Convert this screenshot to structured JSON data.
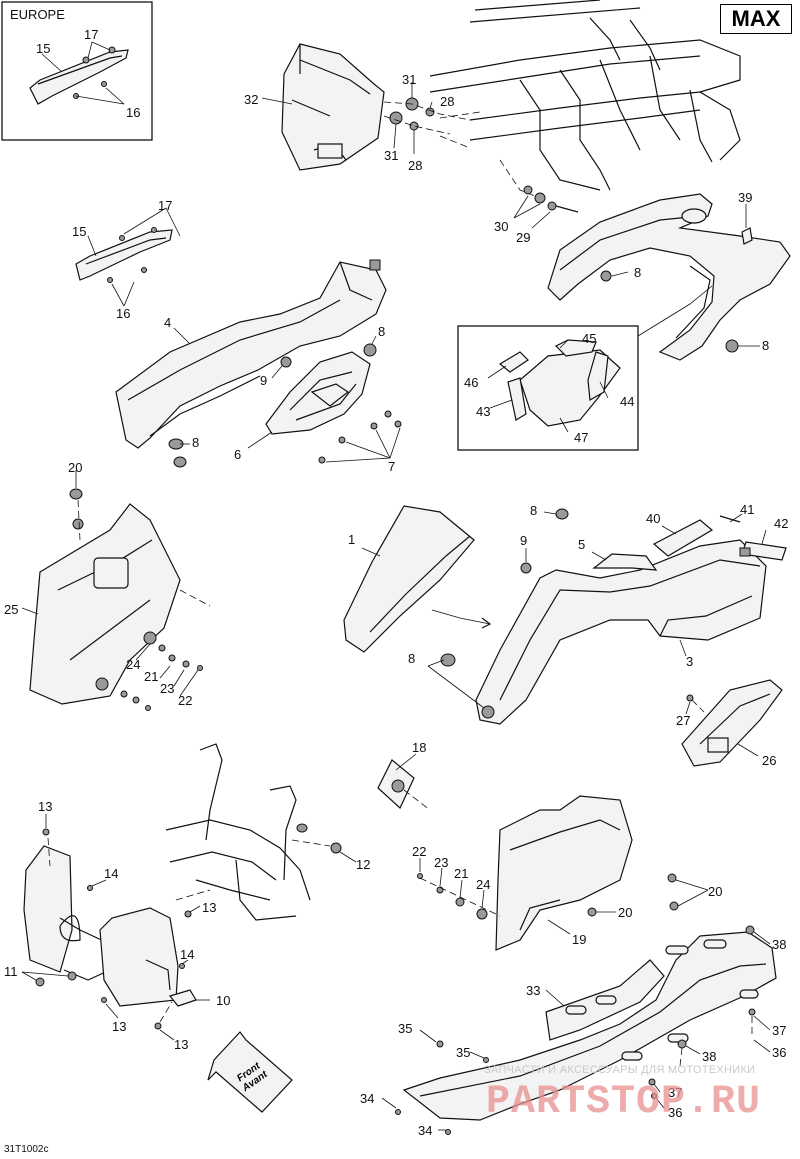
{
  "badge": "MAX",
  "europe_box": {
    "title": "EUROPE",
    "callouts": [
      "15",
      "17",
      "16"
    ]
  },
  "inset_box": {
    "callouts": [
      "45",
      "46",
      "44",
      "43",
      "47"
    ]
  },
  "document_code": "31T1002c",
  "front_arrow": {
    "line1": "Front",
    "line2": "Avant"
  },
  "watermark": {
    "line1": "ЗАПЧАСТИ И АКСЕССУАРЫ ДЛЯ МОТОТЕХНИКИ",
    "line2": "PARTSTOP.RU"
  },
  "callouts": [
    "32",
    "31",
    "28",
    "31",
    "28",
    "30",
    "29",
    "39",
    "8",
    "8",
    "15",
    "17",
    "16",
    "4",
    "8",
    "9",
    "8",
    "6",
    "7",
    "20",
    "25",
    "24",
    "21",
    "23",
    "22",
    "1",
    "8",
    "40",
    "41",
    "42",
    "9",
    "5",
    "8",
    "3",
    "27",
    "26",
    "18",
    "13",
    "14",
    "13",
    "12",
    "22",
    "23",
    "21",
    "24",
    "20",
    "20",
    "19",
    "11",
    "14",
    "13",
    "10",
    "13",
    "38",
    "33",
    "37",
    "36",
    "35",
    "35",
    "38",
    "34",
    "37",
    "36",
    "34"
  ]
}
